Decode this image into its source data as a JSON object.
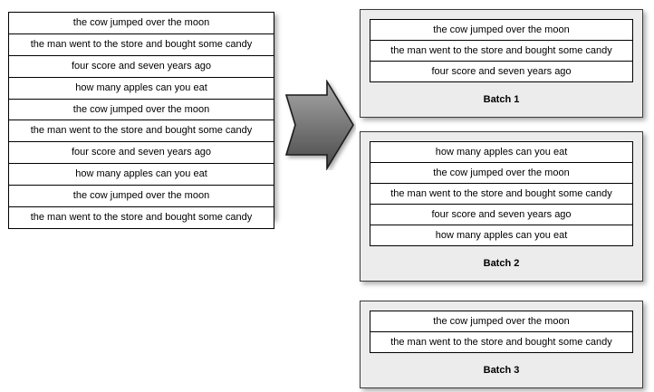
{
  "sentences": {
    "cow": "the cow jumped over the moon",
    "man": "the man went to the store and bought some candy",
    "four": "four score and seven years ago",
    "apples": "how many apples can you eat"
  },
  "input_panel": {
    "name": "unbatched-sentence-list",
    "rows": [
      "the cow jumped over the moon",
      "the man went to the store and bought some candy",
      "four score and seven years ago",
      "how many apples can you eat",
      "the cow jumped over the moon",
      "the man went to the store and bought some candy",
      "four score and seven years ago",
      "how many apples can you eat",
      "the cow jumped over the moon",
      "the man went to the store and bought some candy"
    ]
  },
  "arrow": {
    "icon": "right-block-arrow-icon",
    "direction": "right",
    "gradient_top": "#a3a3a3",
    "gradient_bottom": "#4f4f4f",
    "border_color": "#1c1c1c"
  },
  "batches": [
    {
      "label": "Batch 1",
      "rows": [
        "the cow jumped over the moon",
        "the man went to the store and bought some candy",
        "four score and seven years ago"
      ]
    },
    {
      "label": "Batch 2",
      "rows": [
        "how many apples can you eat",
        "the cow jumped over the moon",
        "the man went to the store and bought some candy",
        "four score and seven years ago",
        "how many apples can you eat"
      ]
    },
    {
      "label": "Batch 3",
      "rows": [
        "the cow jumped over the moon",
        "the man went to the store and bought some candy"
      ]
    }
  ],
  "colors": {
    "page_background": "#ffffff",
    "table_background": "#ffffff",
    "table_border": "#000000",
    "batch_background": "#ececec",
    "batch_border": "#3a3a3a",
    "text": "#000000"
  }
}
